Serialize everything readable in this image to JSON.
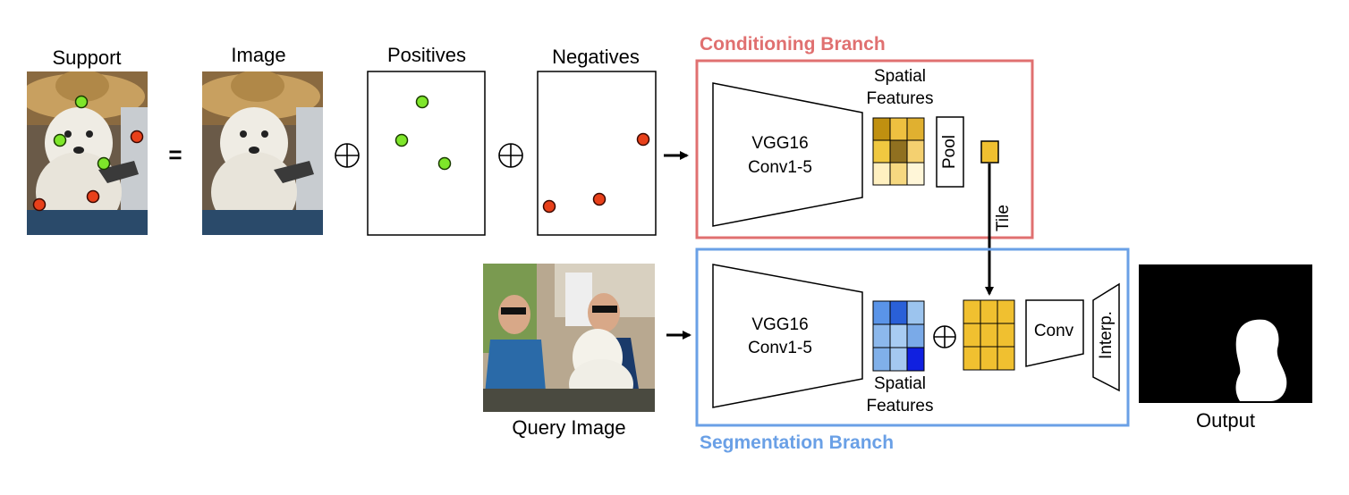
{
  "labels": {
    "support": "Support",
    "equals": "=",
    "image": "Image",
    "positives": "Positives",
    "negatives": "Negatives",
    "conditioning_branch": "Conditioning Branch",
    "segmentation_branch": "Segmentation Branch",
    "spatial": "Spatial",
    "features": "Features",
    "vgg_line1": "VGG16",
    "vgg_line2": "Conv1-5",
    "pool": "Pool",
    "tile": "Tile",
    "query_image": "Query Image",
    "conv": "Conv",
    "interp": "Interp.",
    "output": "Output"
  },
  "colors": {
    "conditioning_border": "#e07070",
    "segmentation_border": "#6aa0e6",
    "positive_point": "#7ee62a",
    "negative_point": "#e8401a",
    "pooled_feature": "#f0c030",
    "query_grid": [
      "#5a94e8",
      "#2a60d8",
      "#9cc4ee",
      "#8cb8ec",
      "#a8ccf2",
      "#7aaae8",
      "#80b0ea",
      "#a4c8f0",
      "#1020e0"
    ],
    "conditioning_grid": [
      "#c09010",
      "#eec040",
      "#e0b030",
      "#f0c840",
      "#907020",
      "#f4d070",
      "#fff0c0",
      "#f6d880",
      "#fff6d8"
    ],
    "tiled_grid": "#f0c030"
  },
  "icons": {
    "oplus": "oplus-icon",
    "arrow": "arrow-right-icon"
  }
}
